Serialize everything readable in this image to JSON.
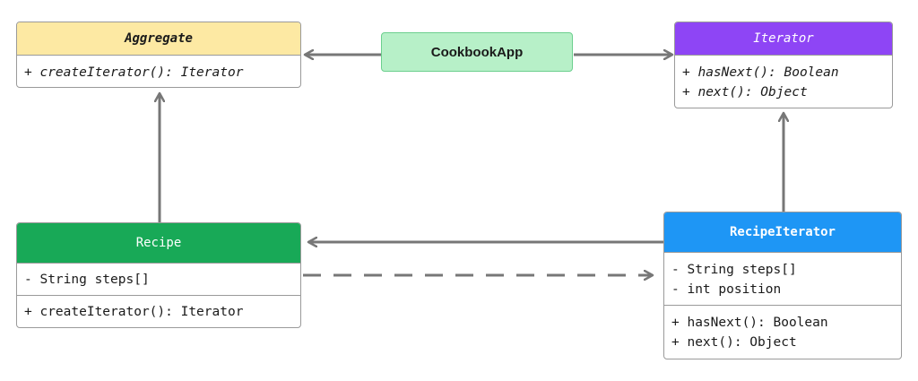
{
  "colors": {
    "aggregate_header": "#fde9a3",
    "iterator_header": "#8e45f5",
    "recipe_header": "#18a957",
    "recipe_iterator_header": "#1e96f5",
    "app_fill": "#b7f0c8",
    "edge": "#777777"
  },
  "nodes": {
    "aggregate": {
      "name": "Aggregate",
      "methods": [
        "+ createIterator(): Iterator"
      ]
    },
    "cookbook_app": {
      "name": "CookbookApp"
    },
    "iterator": {
      "name": "Iterator",
      "methods": [
        "+ hasNext(): Boolean",
        "+ next(): Object"
      ]
    },
    "recipe": {
      "name": "Recipe",
      "attributes": [
        "- String steps[]"
      ],
      "methods": [
        "+ createIterator(): Iterator"
      ]
    },
    "recipe_iterator": {
      "name": "RecipeIterator",
      "attributes": [
        "- String steps[]",
        "- int position"
      ],
      "methods": [
        "+ hasNext(): Boolean",
        "+ next(): Object"
      ]
    }
  }
}
